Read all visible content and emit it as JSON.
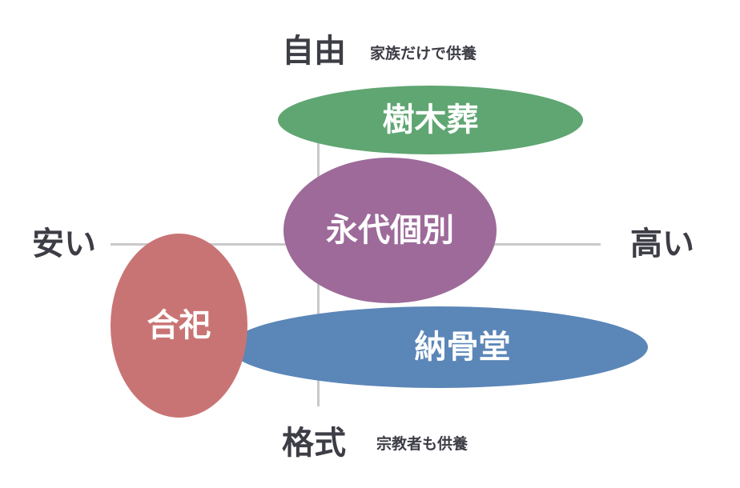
{
  "axes": {
    "top": {
      "label": "自由",
      "note": "家族だけで供養"
    },
    "bottom": {
      "label": "格式",
      "note": "宗教者も供養"
    },
    "left": {
      "label": "安い"
    },
    "right": {
      "label": "高い"
    },
    "color": "#c9c9cc"
  },
  "items": {
    "jumoku": {
      "label": "樹木葬",
      "color": "#5fa672"
    },
    "eitai": {
      "label": "永代個別",
      "color": "#9d6a9a"
    },
    "noukotsu": {
      "label": "納骨堂",
      "color": "#5b86b8"
    },
    "goushi": {
      "label": "合祀",
      "color": "#c97474"
    }
  },
  "text_color": "#3d3d46"
}
